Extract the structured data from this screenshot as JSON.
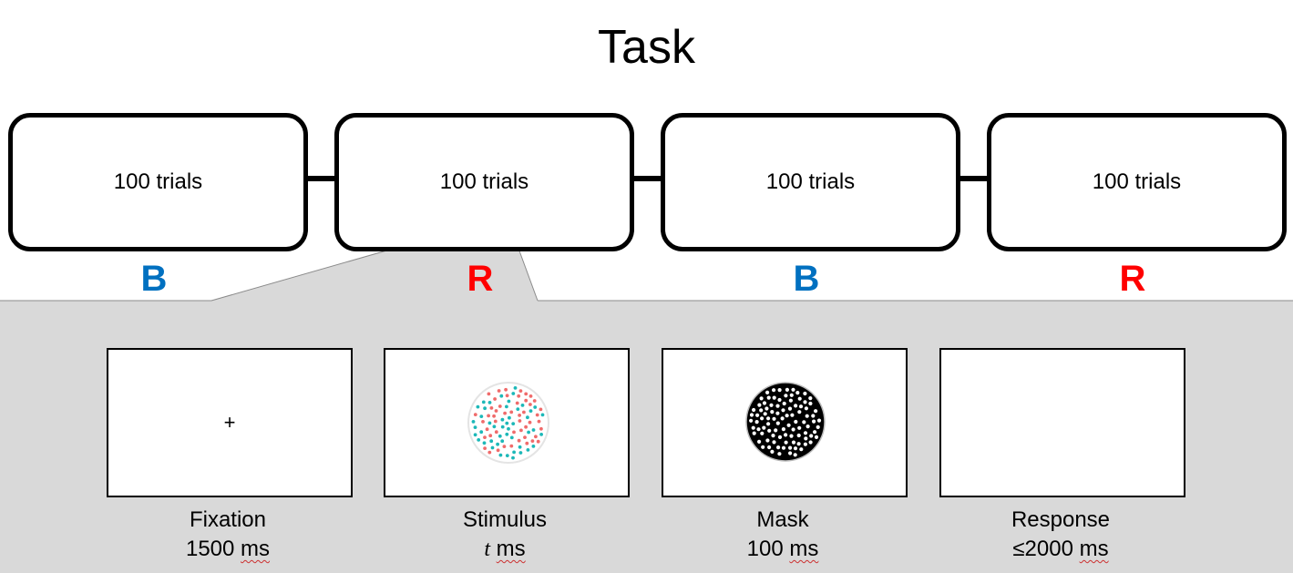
{
  "title": "Task",
  "blocks": [
    {
      "label": "100 trials",
      "condition": "B",
      "condition_color": "#0070C0"
    },
    {
      "label": "100 trials",
      "condition": "R",
      "condition_color": "#FF0000"
    },
    {
      "label": "100 trials",
      "condition": "B",
      "condition_color": "#0070C0"
    },
    {
      "label": "100 trials",
      "condition": "R",
      "condition_color": "#FF0000"
    }
  ],
  "trial": {
    "background_color": "#D9D9D9",
    "screens": [
      {
        "name": "Fixation",
        "content": "+",
        "duration_prefix": "1500",
        "duration_unit": "ms"
      },
      {
        "name": "Stimulus",
        "content": "dot-cloud-red-cyan",
        "duration_prefix": "t",
        "duration_unit": "ms"
      },
      {
        "name": "Mask",
        "content": "dot-cloud-white-on-black",
        "duration_prefix": "100",
        "duration_unit": "ms"
      },
      {
        "name": "Response",
        "content": "",
        "duration_prefix": "≤2000",
        "duration_unit": "ms"
      }
    ]
  },
  "colors": {
    "stimulus_dot_a": "#F06B6B",
    "stimulus_dot_b": "#1CB8B8",
    "mask_bg": "#000000",
    "mask_dot": "#FFFFFF"
  }
}
